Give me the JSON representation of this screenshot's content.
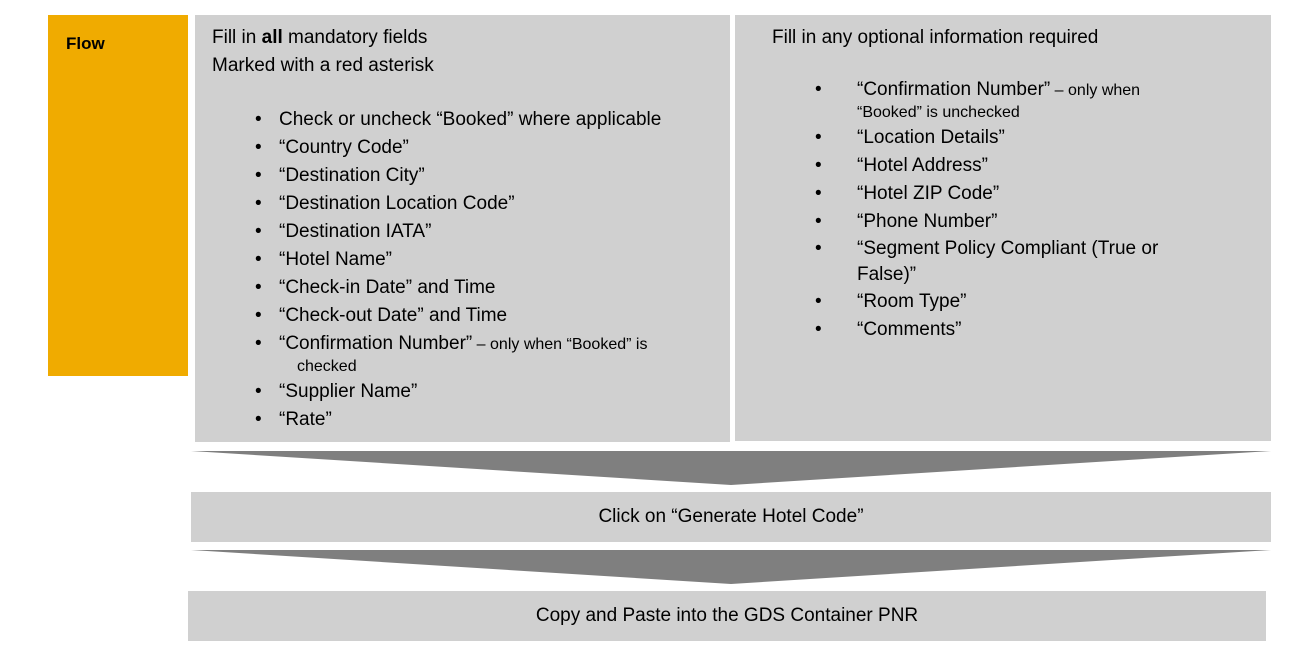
{
  "flow": {
    "label": "Flow"
  },
  "mandatory": {
    "intro_prefix": "Fill in ",
    "intro_bold": "all",
    "intro_suffix": " mandatory fields",
    "intro_line2": "Marked with a red asterisk",
    "items": [
      "Check or uncheck “Booked” where applicable",
      "“Country Code”",
      "“Destination City”",
      "“Destination Location Code”",
      "“Destination IATA”",
      "“Hotel Name”",
      "“Check-in Date” and Time",
      "“Check-out Date” and Time",
      "“Confirmation Number”",
      "“Supplier Name”",
      "“Rate”"
    ],
    "confirmation_note_line1": " – only when “Booked” is",
    "confirmation_note_line2": "checked"
  },
  "optional": {
    "intro": "Fill in any optional information required",
    "items": [
      "“Confirmation Number”",
      "“Location Details”",
      "“Hotel Address”",
      "“Hotel ZIP Code”",
      "“Phone Number”",
      "“Segment Policy Compliant (True or",
      "“Room Type”",
      "“Comments”"
    ],
    "confirmation_note_line1": " – only when",
    "confirmation_note_line2": "“Booked” is unchecked",
    "segment_policy_line2": "False)”"
  },
  "steps": {
    "generate": "Click on “Generate Hotel Code”",
    "copy": "Copy and Paste into the GDS Container PNR"
  },
  "colors": {
    "flow": "#f0ab00",
    "panel": "#d0d0d0",
    "arrow": "#7f7f7f"
  }
}
